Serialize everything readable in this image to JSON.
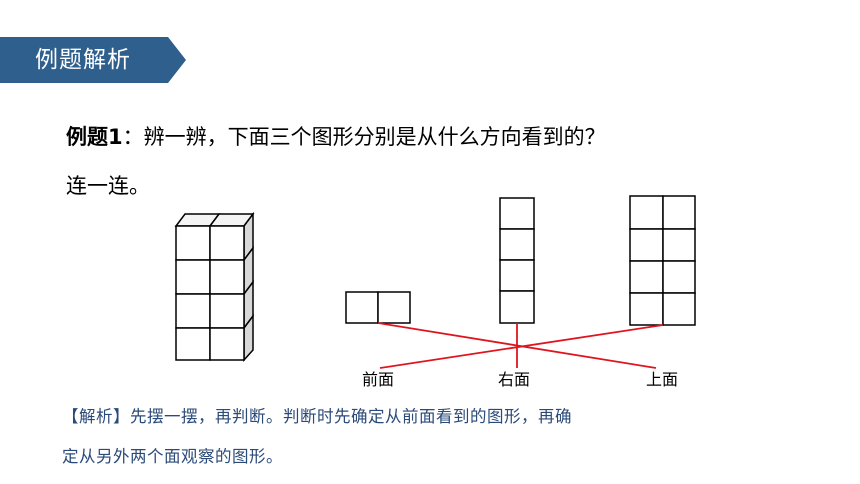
{
  "banner": {
    "title": "例题解析"
  },
  "question": {
    "label": "例题1",
    "text_line1": "：辨一辨，下面三个图形分别是从什么方向看到的？",
    "text_line2": "连一连。"
  },
  "views": {
    "front": "前面",
    "right": "右面",
    "top": "上面"
  },
  "analysis": {
    "line1": "【解析】先摆一摆，再判断。判断时先确定从前面看到的图形，再确",
    "line2": "定从另外两个面观察的图形。"
  },
  "colors": {
    "banner": "#2f5f8d",
    "connector_line": "#e0141e",
    "analysis_text": "#2a4a78"
  }
}
